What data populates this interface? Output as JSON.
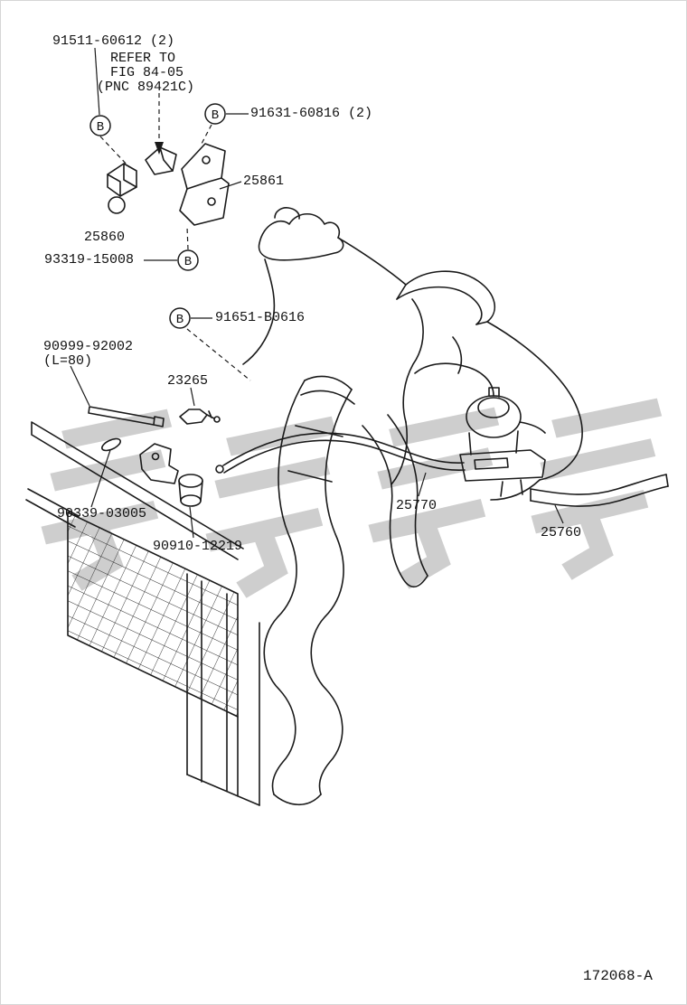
{
  "figure": {
    "code": "172068-A",
    "callout_letter": "B",
    "background": "#ffffff",
    "line_color": "#1a1a1a",
    "watermark_color": "#9e9e9e"
  },
  "labels": {
    "l91511": "91511-60612 (2)",
    "refer1": "REFER TO",
    "refer2": "FIG 84-05",
    "refer3": "(PNC 89421C)",
    "l91631": "91631-60816 (2)",
    "l25861": "25861",
    "l25860": "25860",
    "l93319": "93319-15008",
    "l91651": "91651-B0616",
    "l90999_line1": "90999-92002",
    "l90999_line2": "(L=80)",
    "l23265": "23265",
    "l90339": "90339-03005",
    "l90910": "90910-12219",
    "l25770": "25770",
    "l25760": "25760"
  }
}
